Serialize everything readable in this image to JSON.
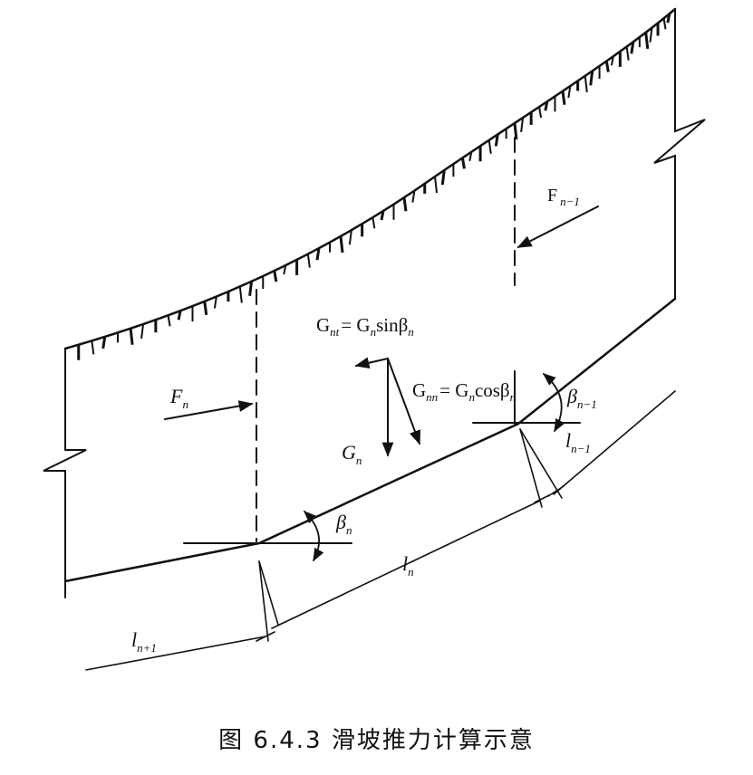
{
  "labels": {
    "F_prev": "F",
    "F_prev_sub": "n−1",
    "F_n": "F",
    "F_n_sub": "n",
    "G_nt": "G",
    "G_nt_sub": "nt",
    "G_nt_rhs": "= G",
    "G_nt_rhs_sub": "n",
    "G_nt_trig": "sinβ",
    "G_nt_trig_sub": "n",
    "G_nn": "G",
    "G_nn_sub": "nn",
    "G_nn_rhs": "= G",
    "G_nn_rhs_sub": "n",
    "G_nn_trig": "cosβ",
    "G_nn_trig_sub": "n",
    "G_n": "G",
    "G_n_sub": "n",
    "beta_n": "β",
    "beta_n_sub": "n",
    "beta_prev": "β",
    "beta_prev_sub": "n−1",
    "l_n": "l",
    "l_n_sub": "n",
    "l_prev": "l",
    "l_prev_sub": "n−1",
    "l_next": "l",
    "l_next_sub": "n+1"
  },
  "caption": "图 6.4.3  滑坡推力计算示意"
}
